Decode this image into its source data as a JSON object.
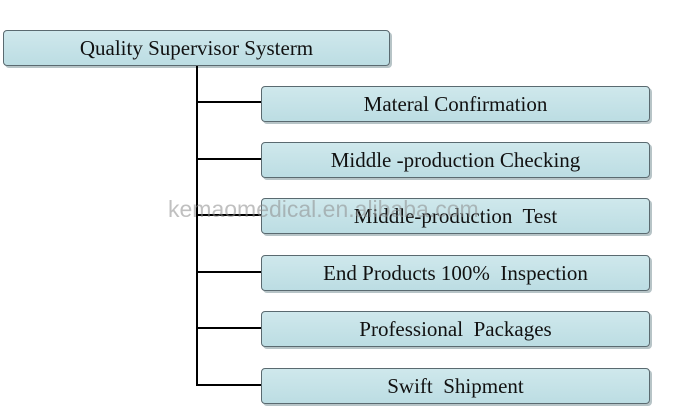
{
  "root": {
    "label": "Quality Supervisor Systerm"
  },
  "children": [
    {
      "label": "Materal Confirmation"
    },
    {
      "label": "Middle -production Checking"
    },
    {
      "label": "Middle-production  Test"
    },
    {
      "label": "End Products 100%  Inspection"
    },
    {
      "label": "Professional  Packages"
    },
    {
      "label": "Swift  Shipment"
    }
  ],
  "watermark": {
    "text": "kemaomedical.en.alibaba.com"
  },
  "colors": {
    "box_fill": "#c3e1e6",
    "box_border": "#5a6a70",
    "connector": "#000000"
  }
}
